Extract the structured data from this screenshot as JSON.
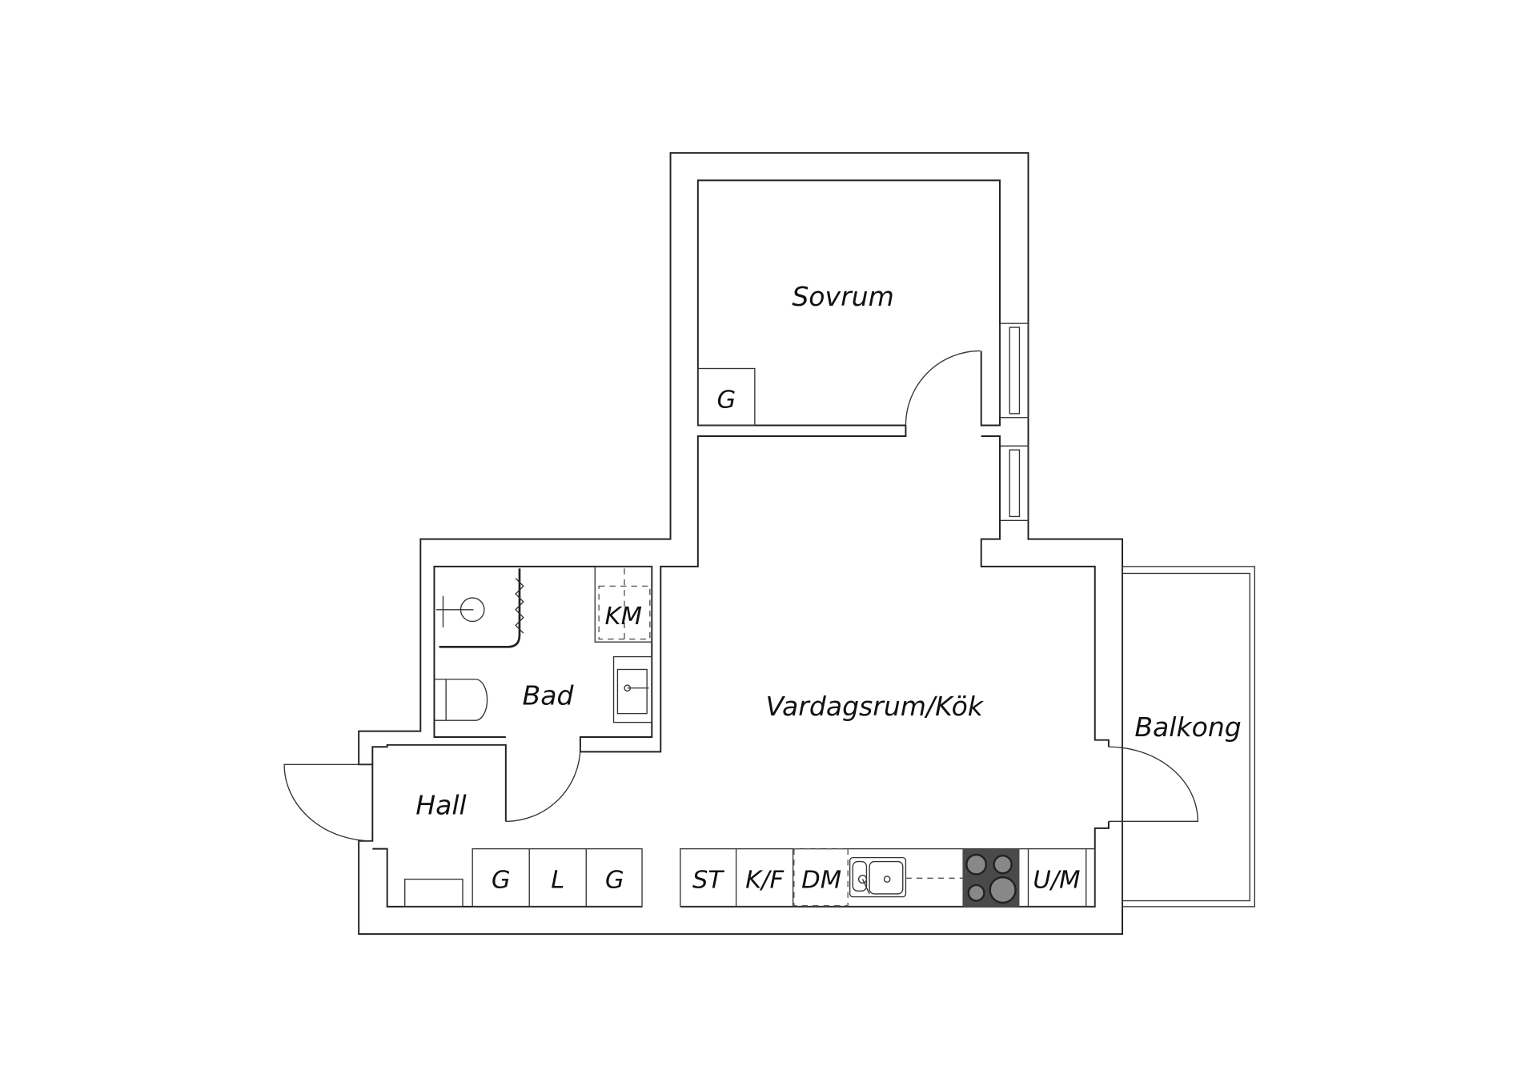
{
  "rooms": {
    "sovrum": "Sovrum",
    "vardagsrum": "Vardagsrum/Kök",
    "bad": "Bad",
    "hall": "Hall",
    "balkong": "Balkong"
  },
  "fixtures": {
    "sovrum_wardrobe": "G",
    "washing_machine": "KM",
    "hall_wardrobe_1": "G",
    "hall_linen": "L",
    "hall_wardrobe_2": "G",
    "stove_cabinet": "ST",
    "fridge_freezer": "K/F",
    "dishwasher": "DM",
    "oven_microwave": "U/M"
  },
  "colors": {
    "line": "#222222",
    "stove": "#4a4a4a",
    "burner": "#888888"
  }
}
